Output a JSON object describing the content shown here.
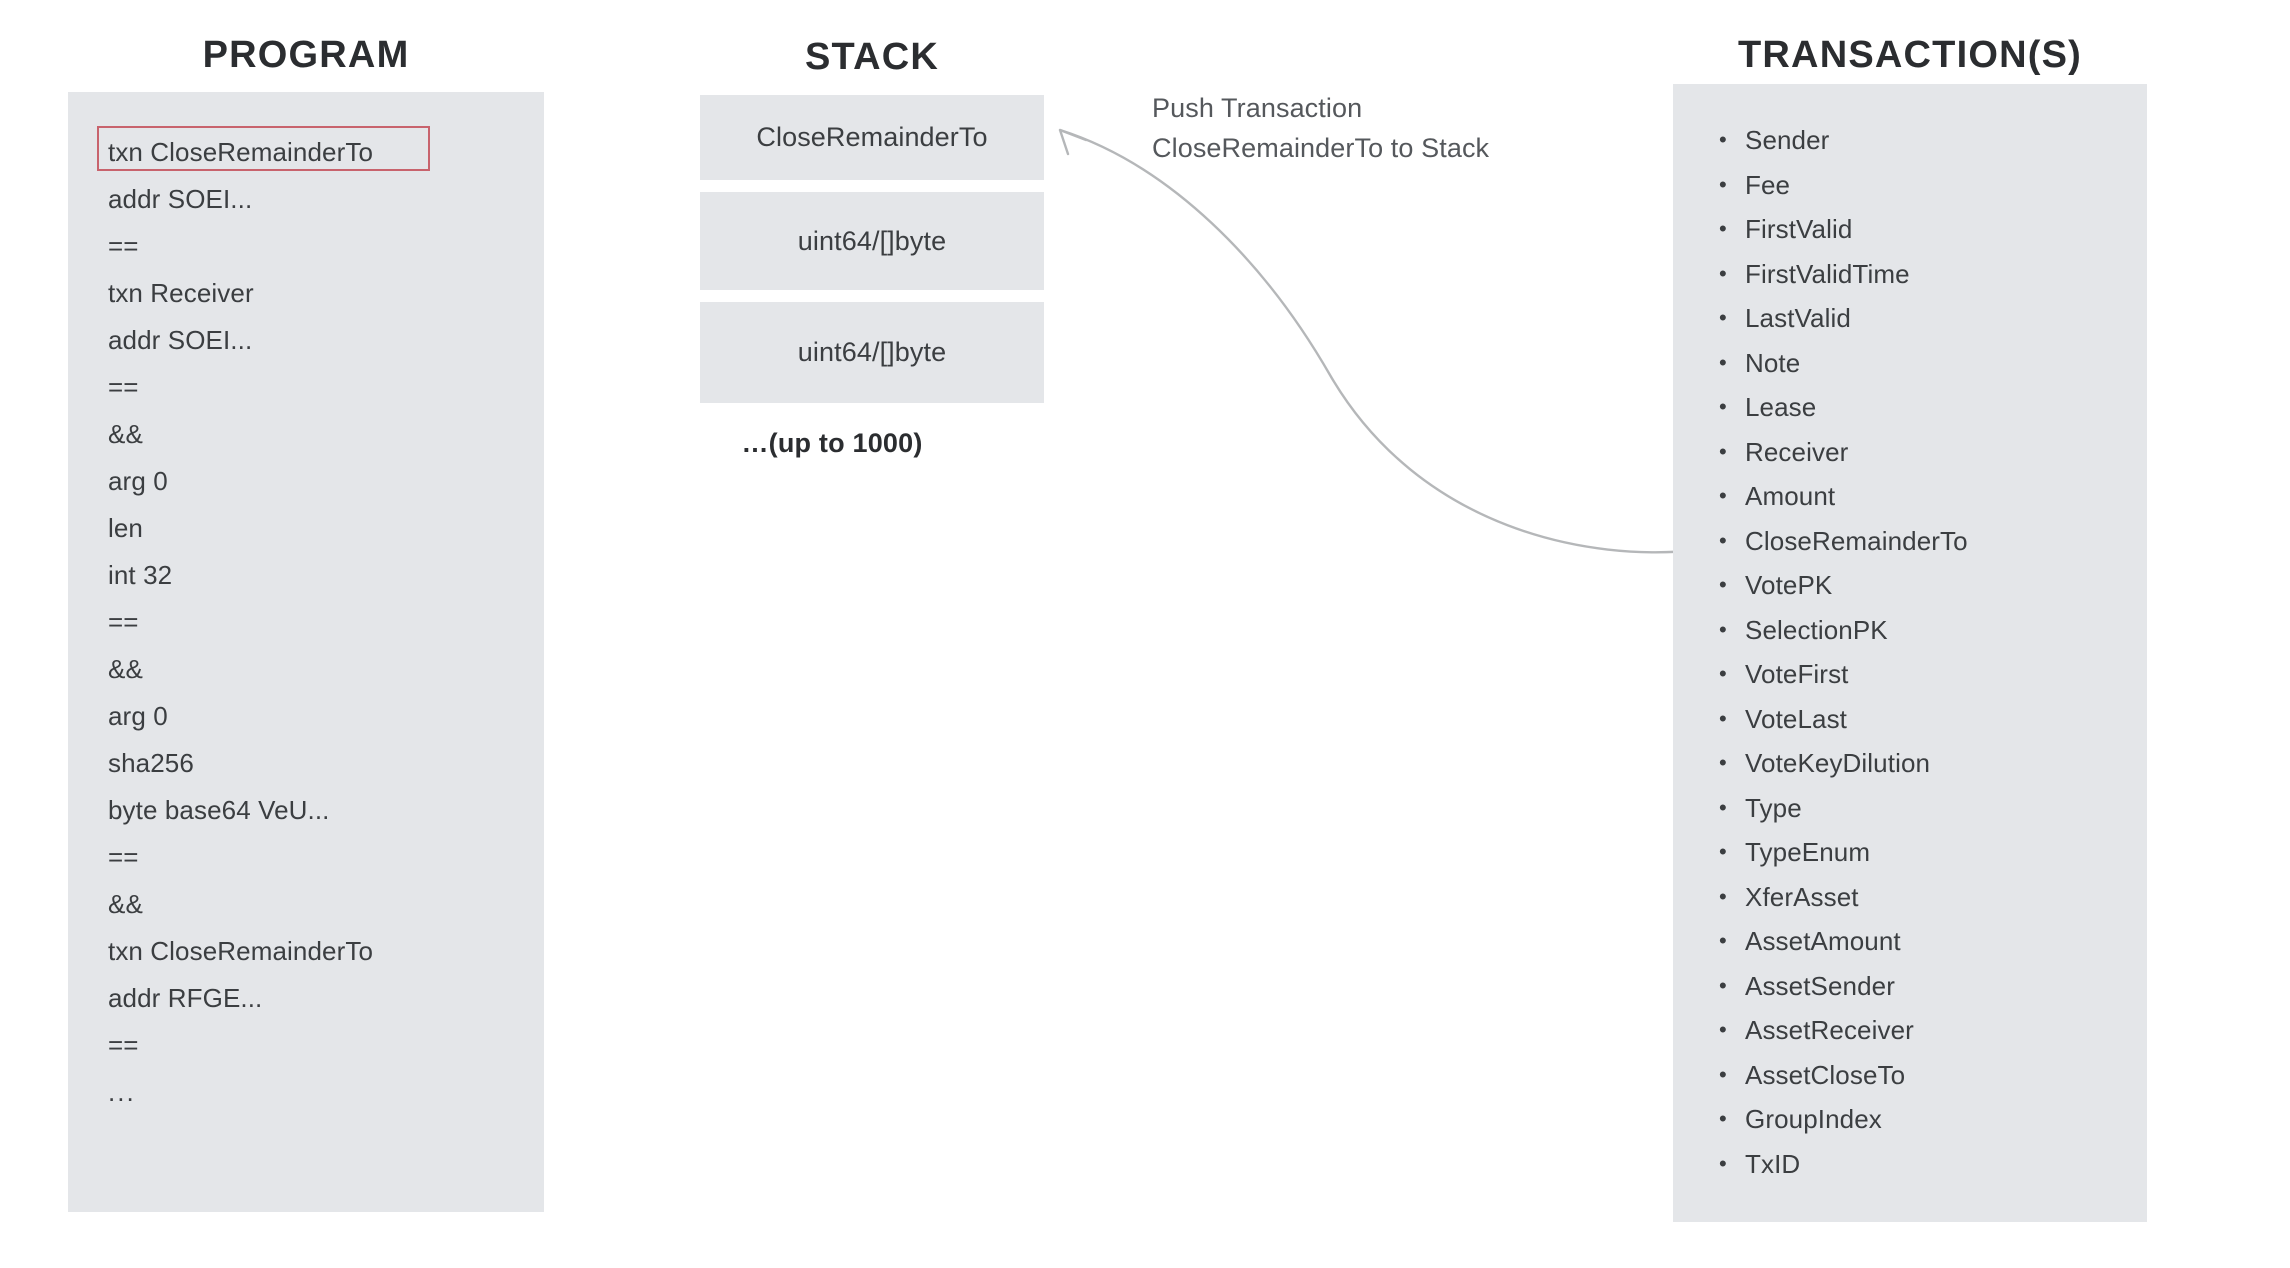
{
  "columns": {
    "program": {
      "title": "PROGRAM"
    },
    "stack": {
      "title": "STACK"
    },
    "transactions": {
      "title": "TRANSACTION(S)"
    }
  },
  "program": {
    "highlighted_line_index": 0,
    "highlight_color": "#c8636d",
    "lines": [
      "txn CloseRemainderTo",
      "addr SOEI...",
      "==",
      "txn Receiver",
      "addr SOEI...",
      "==",
      "&&",
      "arg 0",
      "len",
      "int 32",
      "==",
      "&&",
      "arg 0",
      "sha256",
      "byte base64 VeU...",
      "==",
      "&&",
      "txn CloseRemainderTo",
      "addr RFGE...",
      "==",
      "..."
    ]
  },
  "stack": {
    "slots": [
      {
        "label": "CloseRemainderTo"
      },
      {
        "label": "uint64/[]byte"
      },
      {
        "label": "uint64/[]byte"
      }
    ],
    "more_label": "…(up to 1000)"
  },
  "annotation": {
    "line1": "Push Transaction",
    "line2": "CloseRemainderTo to Stack",
    "arrow": {
      "from_field": "CloseRemainderTo",
      "to_stack_slot": "CloseRemainderTo",
      "color": "#b5b7b9"
    }
  },
  "transactions": {
    "fields": [
      "Sender",
      "Fee",
      "FirstValid",
      "FirstValidTime",
      "LastValid",
      "Note",
      "Lease",
      "Receiver",
      "Amount",
      "CloseRemainderTo",
      "VotePK",
      "SelectionPK",
      "VoteFirst",
      "VoteLast",
      "VoteKeyDilution",
      "Type",
      "TypeEnum",
      "XferAsset",
      "AssetAmount",
      "AssetSender",
      "AssetReceiver",
      "AssetCloseTo",
      "GroupIndex",
      "TxID"
    ]
  },
  "theme": {
    "panel_bg": "#e4e6e9",
    "text": "#3b3e41",
    "title": "#2b2d30",
    "muted_text": "#55585c",
    "page_bg": "#ffffff"
  }
}
